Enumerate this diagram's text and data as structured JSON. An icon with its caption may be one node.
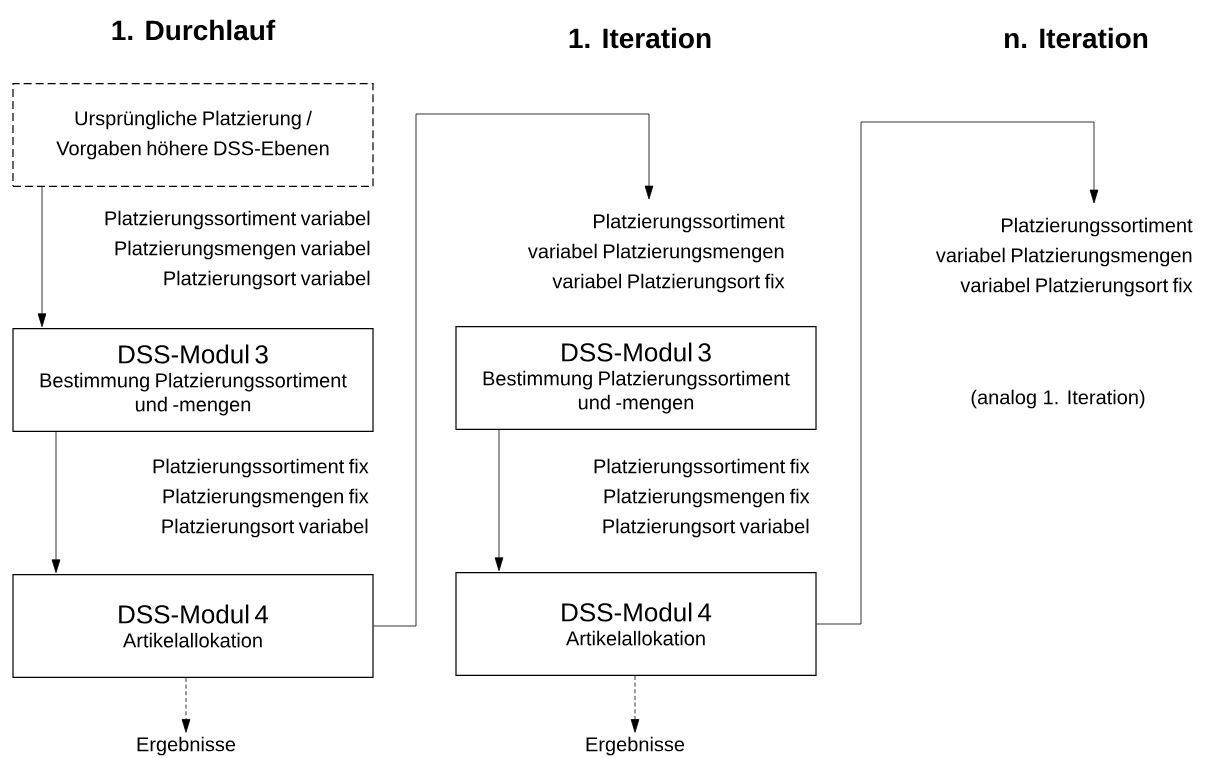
{
  "diagram": {
    "nodes": [
      {
        "text": [
          "Ursprüngliche Platzierung / Vorgaben höhere DSS-Ebenen"
        ]
      },
      {
        "text": [
          "DSS-Modul 3",
          "Bestimmung Platzierungssortiment und -mengen"
        ]
      },
      {
        "text": [
          "DSS-Modul 4",
          "Artikelallokation"
        ]
      },
      {
        "text": [
          "Ergebnisse"
        ]
      },
      {
        "text": [
          "Platzierungssortiment variabel Platzierungsmengen variabel Platzierungsort fix"
        ]
      },
      {
        "text": [
          "DSS-Modul 3",
          "Bestimmung Platzierungssortiment und -mengen"
        ]
      },
      {
        "text": [
          "DSS-Modul 4",
          "Artikelallokation"
        ]
      },
      {
        "text": [
          "Ergebnisse"
        ]
      },
      {
        "text": [
          "Platzierungssortiment variabel Platzierungsmengen variabel Platzierungsort fix"
        ]
      }
    ],
    "edges": [
      {
        "from": 0,
        "to": 1,
        "arrow": "to",
        "label": "Platzierungssortiment variabel Platzierungsmengen variabel Platzierungsort variabel"
      },
      {
        "from": 1,
        "to": 2,
        "arrow": "to",
        "label": "Platzierungssortiment fix Platzierungsmengen fix Platzierungsort variabel"
      },
      {
        "from": 2,
        "to": 3,
        "arrow": "to",
        "style": "dashed"
      },
      {
        "from": 2,
        "to": 4,
        "arrow": "to"
      },
      {
        "from": 5,
        "to": 6,
        "arrow": "to",
        "label": "Platzierungssortiment fix Platzierungsmengen fix Platzierungsort variabel"
      },
      {
        "from": 6,
        "to": 7,
        "arrow": "to",
        "style": "dashed"
      },
      {
        "from": 6,
        "to": 8,
        "arrow": "to"
      }
    ],
    "labels": [
      "1. Durchlauf",
      "1. Iteration",
      "n. Iteration",
      "(analog 1. Iteration)"
    ]
  }
}
